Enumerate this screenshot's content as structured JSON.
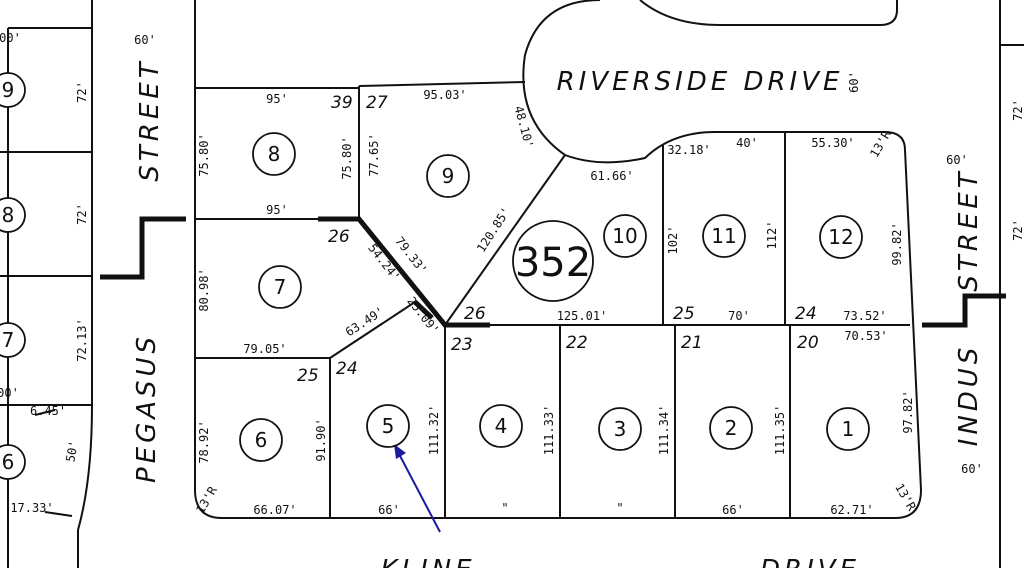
{
  "streets": {
    "riverside": "RIVERSIDE DRIVE",
    "pegasus": "PEGASUS",
    "pegasus_street": "STREET",
    "indus": "INDUS",
    "indus_street": "STREET",
    "kline": "KLINE",
    "kline_drive": "DRIVE"
  },
  "block": "352",
  "lots": [
    "1",
    "2",
    "3",
    "4",
    "5",
    "6",
    "7",
    "8",
    "9",
    "10",
    "11",
    "12"
  ],
  "left_lots": [
    "9",
    "8",
    "7",
    "6"
  ],
  "corner_numbers": [
    "39",
    "27",
    "26",
    "26",
    "25",
    "24",
    "23",
    "22",
    "21",
    "20",
    "25",
    "24"
  ],
  "dimensions": {
    "pegasus_width": "60'",
    "riverside_width": "60'",
    "indus_width_top": "60'",
    "indus_width_bottom": "60'",
    "lot8_top": "95'",
    "lot8_left": "75.80'",
    "lot8_right": "75.80'",
    "lot8_bottom": "95'",
    "lot9_top": "95.03'",
    "lot9_left": "77.65'",
    "lot9_arc": "48.10'",
    "lot9_diag": "120.85'",
    "lot9_seg": "79.33'",
    "lot7_left": "80.98'",
    "lot7_diag": "54.24'",
    "lot7_bottom": "79.05'",
    "lot7_seg": "63.49'",
    "lot_seg_2509": "25.09'",
    "lot10_top": "61.66'",
    "lot10_bottom": "125.01'",
    "lot11_top_a": "32.18'",
    "lot11_top_b": "40'",
    "lot11_left": "102'",
    "lot11_right": "112'",
    "lot11_bottom": "70'",
    "lot12_top": "55.30'",
    "lot12_r": "13'R",
    "lot12_right": "99.82'",
    "lot12_bottom": "73.52'",
    "lot1_top": "70.53'",
    "lot1_right": "97.82'",
    "lot1_bottom": "62.71'",
    "lot1_r": "13'R",
    "lot2_left": "111.35'",
    "lot2_bottom": "66'",
    "lot3_left": "111.34'",
    "lot3_bottom": "\"",
    "lot4_left": "111.33'",
    "lot4_bottom": "\"",
    "lot5_left": "91.90'",
    "lot5_right": "111.32'",
    "lot5_bottom": "66'",
    "lot6_left": "78.92'",
    "lot6_bottom": "66.07'",
    "lot6_r": "13'R",
    "left_72a": "72'",
    "left_72b": "72'",
    "left_7213": "72.13'",
    "left_645": "6.45'",
    "left_50": "50'",
    "left_1733": "17.33'",
    "left_00a": "00'",
    "left_00b": "00'",
    "right_72": "72'",
    "right_72b": "72'"
  }
}
